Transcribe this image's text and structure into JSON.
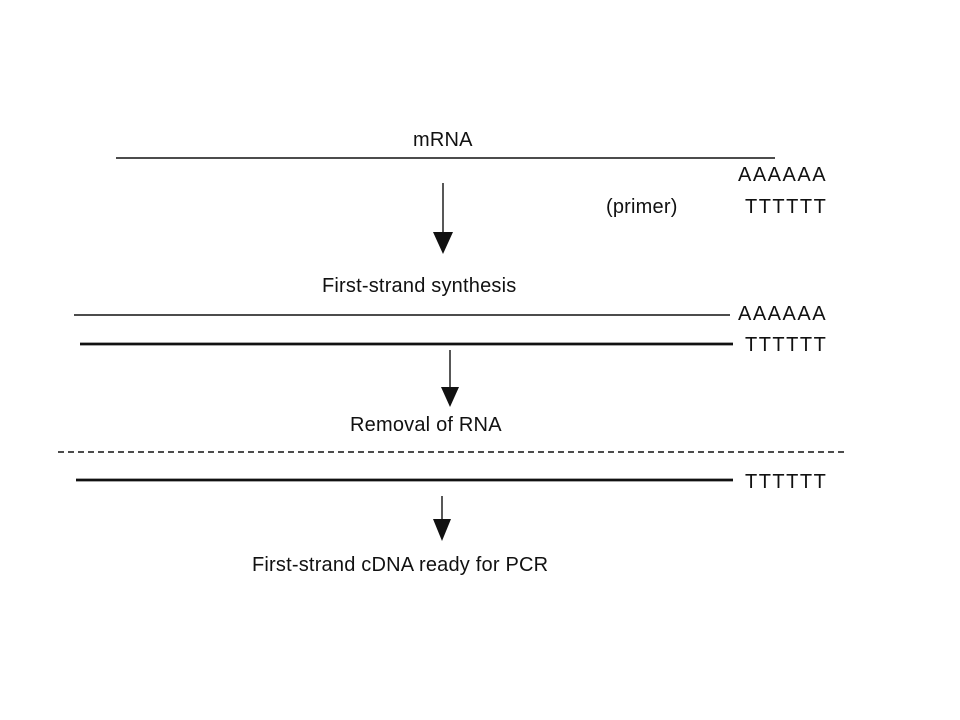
{
  "labels": {
    "mrna": "mRNA",
    "primer": "(primer)",
    "first_strand_synthesis": "First-strand synthesis",
    "removal_of_rna": "Removal of RNA",
    "ready_for_pcr": "First-strand cDNA ready for PCR"
  },
  "sequences": {
    "poly_a_tail_1": "AAAAAA",
    "oligo_dt_primer_1": "TTTTTT",
    "poly_a_tail_2": "AAAAAA",
    "oligo_dt_primer_2": "TTTTTT",
    "oligo_dt_primer_3": "TTTTTT"
  },
  "colors": {
    "ink": "#111111",
    "background": "#ffffff"
  }
}
